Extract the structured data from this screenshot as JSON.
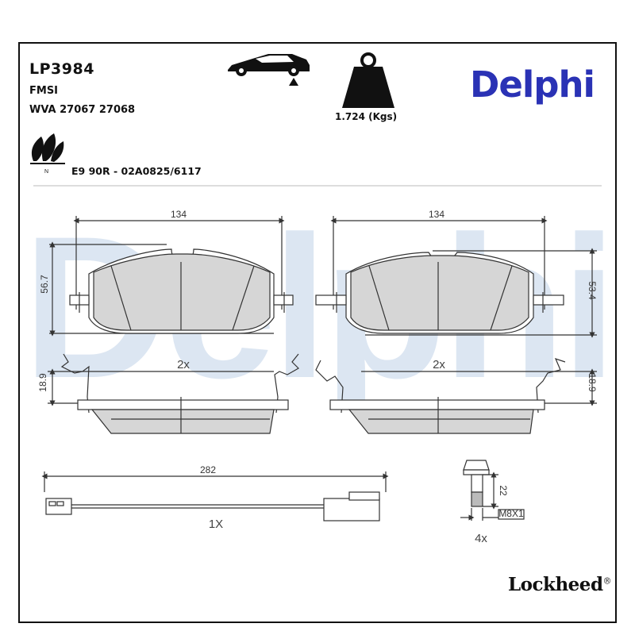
{
  "header": {
    "part_number": "LP3984",
    "fmsi_label": "FMSI",
    "wva_line": "WVA 27067 27068",
    "eco_line": "E9 90R - 02A0825/6117",
    "weight": "1.724 (Kgs)",
    "brand": "Delphi"
  },
  "icons": {
    "car": "car-axle-icon",
    "weight": "weight-icon",
    "eco": "eco-leaves-icon"
  },
  "watermark": {
    "text": "Delphi",
    "color": "#dce6f2"
  },
  "drawing": {
    "left_pad": {
      "width": "134",
      "height": "56.7",
      "qty": "2x",
      "clip_height": "18.9"
    },
    "right_pad": {
      "width": "134",
      "height": "53.4",
      "qty": "2x",
      "clip_height": "18.9"
    },
    "sensor": {
      "length": "282",
      "qty": "1X"
    },
    "bolt": {
      "length": "22",
      "thread": "M8X1",
      "qty": "4x"
    }
  },
  "footer": {
    "brand": "Lockheed",
    "mark": "®"
  },
  "colors": {
    "brand_blue": "#2a32b5",
    "pad_fill": "#d6d6d6",
    "line": "#333333"
  }
}
